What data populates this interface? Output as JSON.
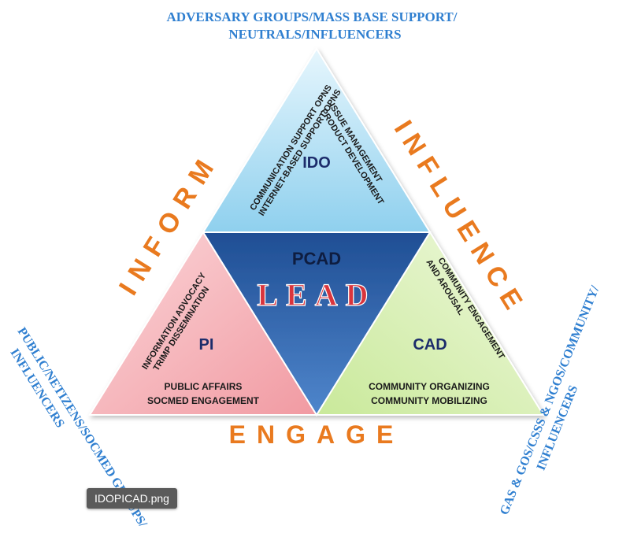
{
  "diagram": {
    "top_audience": [
      "ADVERSARY GROUPS/MASS BASE SUPPORT/",
      "NEUTRALS/INFLUENCERS"
    ],
    "left_audience": [
      "PUBLIC/NETIZENS/SOCMED GROUPS/",
      "INFLUENCERS"
    ],
    "right_audience": [
      "GAS & GOS/CSSS & NGOS/COMMUNITY/",
      "INFLUENCERS"
    ],
    "inform": "INFORM",
    "influence": "INFLUENCE",
    "engage": "ENGAGE",
    "center": {
      "title": "PCAD",
      "subtitle": "LEAD"
    },
    "ido": {
      "title": "IDO",
      "left_lines": [
        "COMMUNICATION SUPPORT OPNS",
        "INTERNET-BASED SUPPORT OPNS"
      ],
      "right_lines": [
        "ISSUE MANAGEMENT",
        "PRODUCT DEVELOPMENT"
      ]
    },
    "pi": {
      "title": "PI",
      "diag_lines": [
        "INFORMATION ADVOCACY",
        "TRIMP DISSEMINATION"
      ],
      "bottom_lines": [
        "PUBLIC AFFAIRS",
        "SOCMED ENGAGEMENT"
      ]
    },
    "cad": {
      "title": "CAD",
      "diag_lines": [
        "COMMUNITY ENGAGEMENT",
        "AND AROUSAL"
      ],
      "bottom_lines": [
        "COMMUNITY ORGANIZING",
        "COMMUNITY MOBILIZING"
      ]
    },
    "colors": {
      "ido_fill": "#a9dcf2",
      "pi_fill": "#f7b3b8",
      "cad_fill": "#d6efb0",
      "center_fill": "#3a6fb8",
      "lead_text": "#d9353d",
      "audience_text": "#2f7fd0",
      "action_text": "#e97a1f"
    }
  },
  "tooltip": {
    "filename": "IDOPICAD.png"
  }
}
